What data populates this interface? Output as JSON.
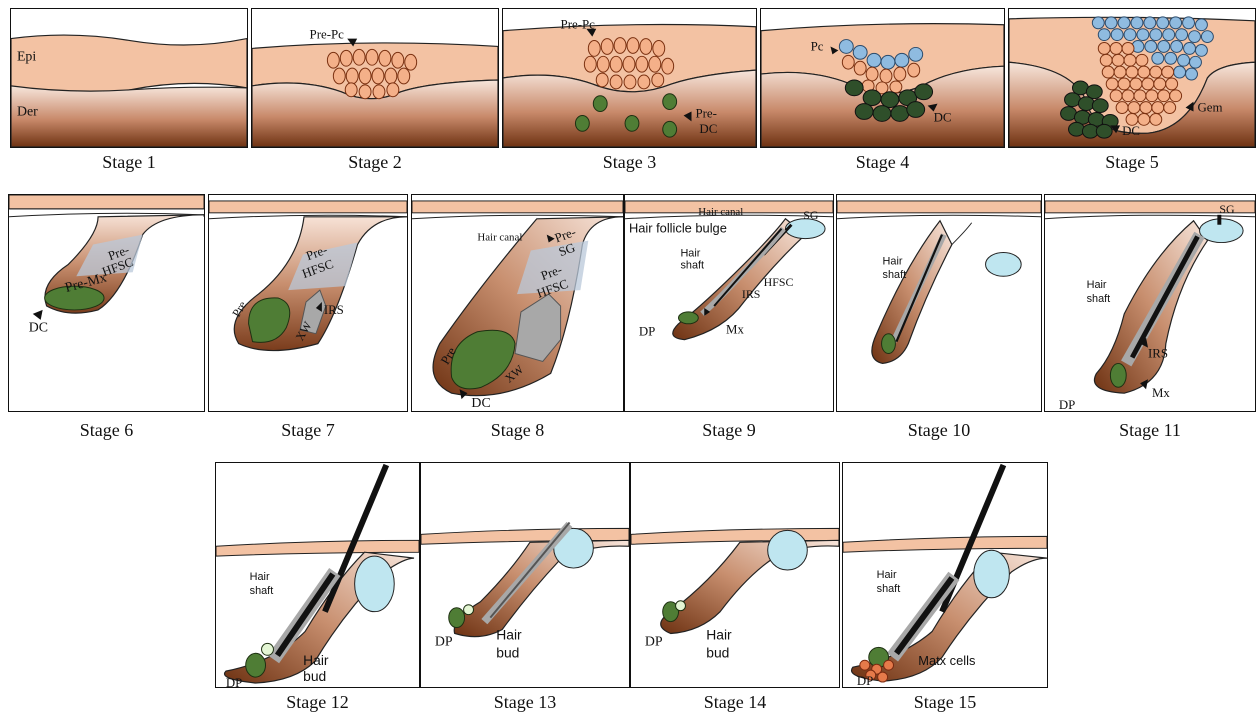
{
  "stages": [
    {
      "caption": "Stage 1",
      "labels": {
        "epi": "Epi",
        "der": "Der"
      }
    },
    {
      "caption": "Stage 2",
      "labels": {
        "a": "Pre-Pc"
      }
    },
    {
      "caption": "Stage 3",
      "labels": {
        "a": "Pre-Pc",
        "b": "Pre-",
        "c": "DC"
      }
    },
    {
      "caption": "Stage 4",
      "labels": {
        "a": "Pc",
        "b": "DC"
      }
    },
    {
      "caption": "Stage 5",
      "labels": {
        "a": "Gem",
        "b": "DC"
      }
    },
    {
      "caption": "Stage 6",
      "labels": {
        "a": "Pre-",
        "b": "HFSC",
        "c": "Pre-Mx",
        "d": "DC"
      }
    },
    {
      "caption": "Stage 7",
      "labels": {
        "a": "Pre-",
        "b": "HFSC",
        "c": "IRS",
        "d": "Pre",
        "e": "XW"
      }
    },
    {
      "caption": "Stage 8",
      "labels": {
        "a": "Hair canal",
        "b": "Pre-",
        "c": "SG",
        "d": "Pre-",
        "e": "HFSC",
        "f": "Pre",
        "g": "XW",
        "h": "DC"
      }
    },
    {
      "caption": "Stage 9",
      "labels": {
        "a": "Hair canal",
        "b": "SG",
        "c": "Hair follicle bulge",
        "d": "Hair",
        "e": "shaft",
        "f": "HFSC",
        "g": "IRS",
        "h": "DP",
        "i": "Mx"
      }
    },
    {
      "caption": "Stage 10",
      "labels": {
        "a": "Hair",
        "b": "shaft"
      }
    },
    {
      "caption": "Stage 11",
      "labels": {
        "a": "SG",
        "b": "Hair",
        "c": "shaft",
        "d": "IRS",
        "e": "DP",
        "f": "Mx"
      }
    },
    {
      "caption": "Stage 12",
      "labels": {
        "a": "Hair",
        "b": "shaft",
        "c": "Hair",
        "d": "bud",
        "e": "DP"
      }
    },
    {
      "caption": "Stage 13",
      "labels": {
        "a": "DP",
        "b": "Hair",
        "c": "bud"
      }
    },
    {
      "caption": "Stage 14",
      "labels": {
        "a": "DP",
        "b": "Hair",
        "c": "bud"
      }
    },
    {
      "caption": "Stage 15",
      "labels": {
        "a": "Hair",
        "b": "shaft",
        "c": "Matx cells",
        "d": "DP"
      }
    }
  ],
  "colors": {
    "epidermis": "#f3c2a3",
    "dermis_top": "#f5ddd0",
    "dermis_bottom": "#7a3c1c",
    "placode_cell": "#f4b089",
    "blue_cell": "#8fbbe0",
    "dc_cell": "#2f4f2a",
    "dp_green": "#4f7d35",
    "sebaceous": "#bfe6f0",
    "hair": "#111111",
    "irs_gray": "#a8a8a8",
    "hfsc_blue": "#b9c8da"
  }
}
